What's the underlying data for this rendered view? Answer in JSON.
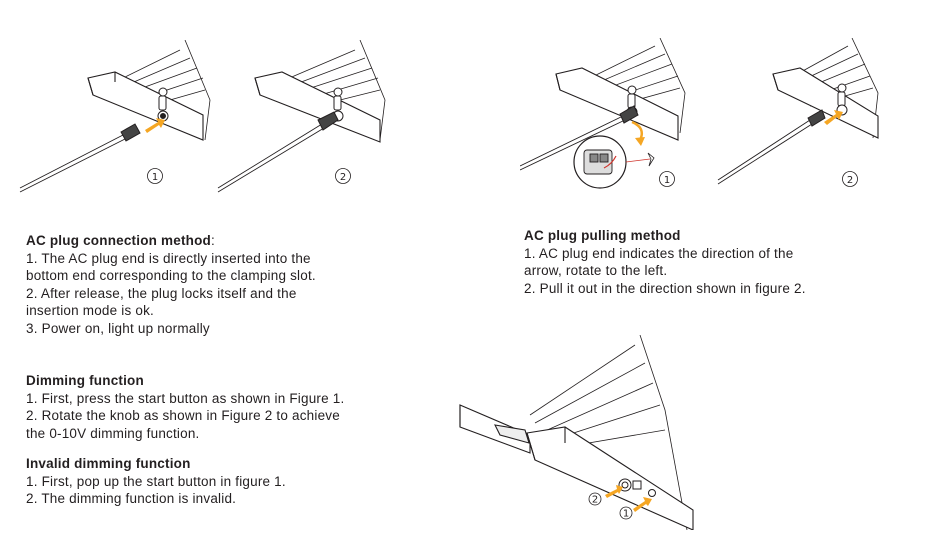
{
  "figures": {
    "connect": {
      "num1": "1",
      "num2": "2"
    },
    "pull": {
      "num1": "1",
      "num2": "2"
    },
    "dimming": {
      "num1": "1",
      "num2": "2"
    }
  },
  "sections": {
    "connection": {
      "title": "AC plug connection method",
      "title_suffix": ":",
      "lines": [
        "1. The AC plug end is directly inserted into the",
        "bottom end corresponding to the clamping slot.",
        "2. After release, the plug locks itself and the",
        "insertion mode is ok.",
        "3. Power on, light up normally"
      ]
    },
    "pulling": {
      "title": "AC plug pulling method",
      "lines": [
        "1. AC plug end indicates the direction of the",
        "arrow, rotate to the left.",
        "2. Pull it out in the direction shown in figure 2."
      ]
    },
    "dimming": {
      "title": "Dimming function",
      "lines": [
        "1. First, press the start button as shown in Figure 1.",
        "2. Rotate the knob as shown in Figure 2 to achieve",
        "the 0-10V dimming function."
      ]
    },
    "invalid": {
      "title": "Invalid dimming function",
      "lines": [
        "1. First, pop up the start button in figure 1.",
        "2. The dimming function is invalid."
      ]
    }
  },
  "colors": {
    "arrow": "#f5a623",
    "line": "#231f20",
    "accent_red": "#d0342c"
  }
}
